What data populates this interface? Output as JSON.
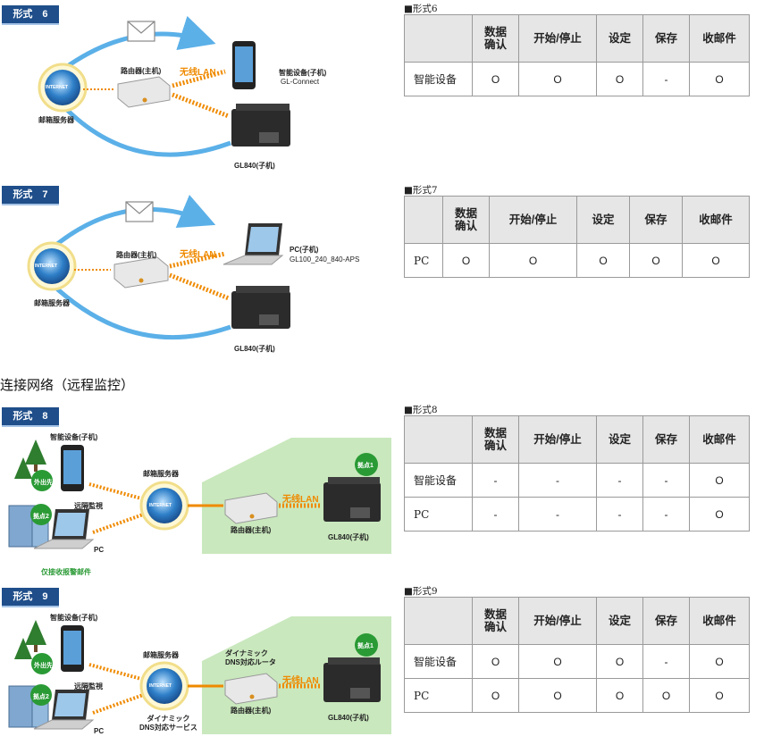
{
  "section_title": "连接网络（远程监控）",
  "col_headers": [
    "数据\n确认",
    "开始/停止",
    "设定",
    "保存",
    "收邮件"
  ],
  "patterns": [
    {
      "badge": "形式　6",
      "caption": "■形式6",
      "labels": {
        "mail_server": "邮箱服务器",
        "router": "路由器(主机)",
        "wlan": "无线LAN",
        "device": "智能设备(子机)",
        "device2": "GL-Connect",
        "logger": "GL840(子机)",
        "internet": "INTERNET"
      },
      "rows": [
        {
          "name": "智能设备",
          "values": [
            "O",
            "O",
            "O",
            "-",
            "O"
          ]
        }
      ]
    },
    {
      "badge": "形式　7",
      "caption": "■形式7",
      "labels": {
        "mail_server": "邮箱服务器",
        "router": "路由器(主机)",
        "wlan": "无线LAN",
        "device": "PC(子机)",
        "device2": "GL100_240_840-APS",
        "logger": "GL840(子机)",
        "internet": "INTERNET"
      },
      "rows": [
        {
          "name": "PC",
          "values": [
            "O",
            "O",
            "O",
            "O",
            "O"
          ]
        }
      ]
    },
    {
      "badge": "形式　8",
      "caption": "■形式8",
      "labels": {
        "smart": "智能设备(子机)",
        "remote": "远隔監視",
        "pc": "PC",
        "outside": "外出先",
        "base2": "拠点2",
        "mail_server": "邮箱服务器",
        "router": "路由器(主机)",
        "wlan": "无线LAN",
        "logger": "GL840(子机)",
        "base1": "拠点1",
        "note": "仅接收报警邮件",
        "internet": "INTERNET"
      },
      "rows": [
        {
          "name": "智能设备",
          "values": [
            "-",
            "-",
            "-",
            "-",
            "O"
          ]
        },
        {
          "name": "PC",
          "values": [
            "-",
            "-",
            "-",
            "-",
            "O"
          ]
        }
      ]
    },
    {
      "badge": "形式　9",
      "caption": "■形式9",
      "labels": {
        "smart": "智能设备(子机)",
        "remote": "远隔監視",
        "pc": "PC",
        "outside": "外出先",
        "base2": "拠点2",
        "mail_server": "邮箱服务器",
        "dns_router": "ダイナミック\nDNS対応ルータ",
        "dns_service": "ダイナミック\nDNS対応サービス",
        "router": "路由器(主机)",
        "wlan": "无线LAN",
        "logger": "GL840(子机)",
        "base1": "拠点1",
        "internet": "INTERNET"
      },
      "rows": [
        {
          "name": "智能设备",
          "values": [
            "O",
            "O",
            "O",
            "-",
            "O"
          ]
        },
        {
          "name": "PC",
          "values": [
            "O",
            "O",
            "O",
            "O",
            "O"
          ]
        }
      ]
    }
  ],
  "colors": {
    "badge": "#1f4e8a",
    "arc": "#5bb0e8",
    "wlan": "#ef8a00",
    "green": "#2a9a35",
    "house": "#c9e8bd",
    "header_bg": "#e6e6e6"
  }
}
